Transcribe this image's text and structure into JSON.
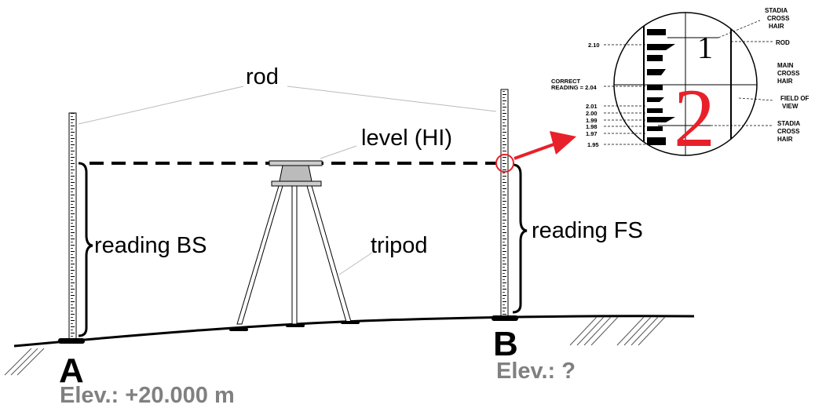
{
  "labels": {
    "rod": "rod",
    "level": "level (HI)",
    "tripod": "tripod",
    "reading_bs": "reading BS",
    "reading_fs": "reading FS",
    "point_a": "A",
    "point_b": "B",
    "elev_a": "Elev.: +20.000 m",
    "elev_b": "Elev.: ?"
  },
  "inset": {
    "stadia_top": [
      "STADIA",
      "CROSS",
      "HAIR"
    ],
    "rod": "ROD",
    "main_cross_hair": [
      "MAIN",
      "CROSS",
      "HAIR"
    ],
    "field_of_view": [
      "FIELD OF",
      "VIEW"
    ],
    "stadia_bottom": [
      "STADIA",
      "CROSS",
      "HAIR"
    ],
    "correct_reading": [
      "CORRECT",
      "READING = 2.04"
    ],
    "readings": [
      "2.10",
      "2.01",
      "2.00",
      "1.99",
      "1.98",
      "1.97",
      "1.95"
    ],
    "digit_small": "1",
    "digit_large": "2"
  },
  "colors": {
    "highlight": "#e8202a",
    "elevation_text": "#808080",
    "line": "#000000"
  }
}
